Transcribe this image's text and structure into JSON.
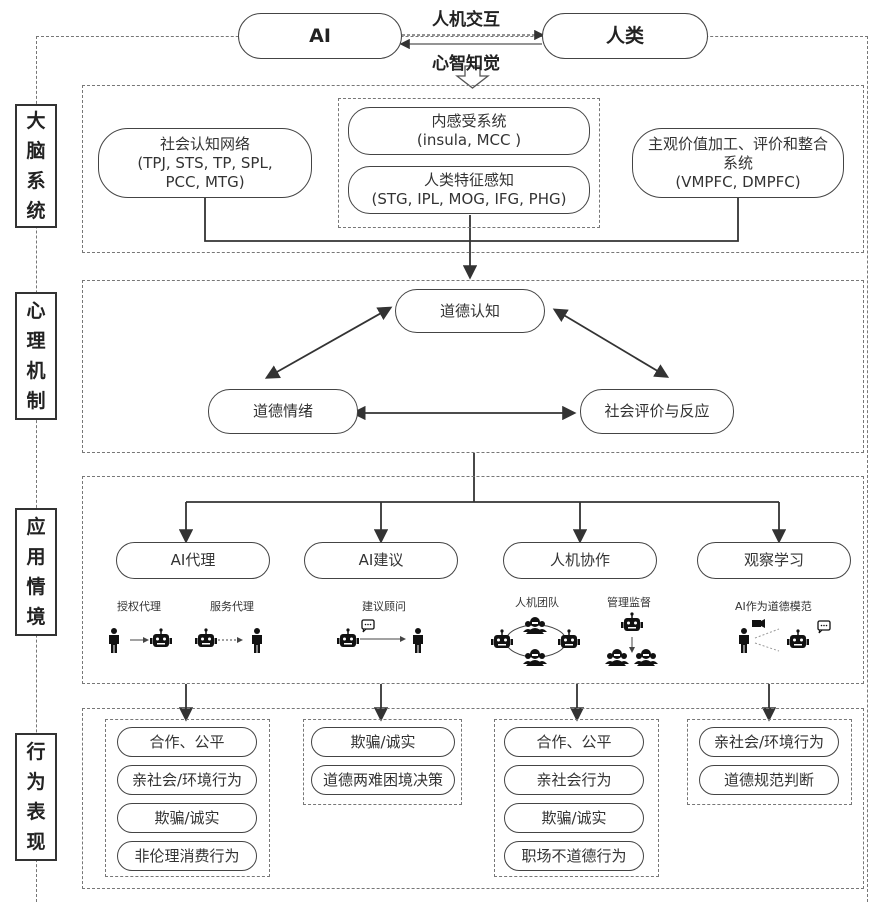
{
  "top": {
    "ai_label": "AI",
    "human_label": "人类",
    "interaction_label": "人机交互",
    "mind_perception_label": "心智知觉"
  },
  "side_labels": [
    {
      "chars": [
        "大",
        "脑",
        "系",
        "统"
      ]
    },
    {
      "chars": [
        "心",
        "理",
        "机",
        "制"
      ]
    },
    {
      "chars": [
        "应",
        "用",
        "情",
        "境"
      ]
    },
    {
      "chars": [
        "行",
        "为",
        "表",
        "现"
      ]
    }
  ],
  "brain": {
    "social_cognition": "社会认知网络\n(TPJ, STS, TP, SPL,\nPCC, MTG)",
    "interoception": "内感受系统\n(insula, MCC )",
    "human_feature": "人类特征感知\n(STG, IPL, MOG, IFG, PHG)",
    "valuation": "主观价值加工、评价和整合\n系统\n(VMPFC, DMPFC)"
  },
  "mechanism": {
    "moral_cognition": "道德认知",
    "moral_emotion": "道德情绪",
    "social_evaluation": "社会评价与反应"
  },
  "scenarios": [
    {
      "title": "AI代理",
      "subs": [
        "授权代理",
        "服务代理"
      ]
    },
    {
      "title": "AI建议",
      "subs": [
        "建议顾问"
      ]
    },
    {
      "title": "人机协作",
      "subs": [
        "人机团队",
        "管理监督"
      ]
    },
    {
      "title": "观察学习",
      "subs": [
        "AI作为道德模范"
      ]
    }
  ],
  "behaviors": [
    {
      "items": [
        "合作、公平",
        "亲社会/环境行为",
        "欺骗/诚实",
        "非伦理消费行为"
      ]
    },
    {
      "items": [
        "欺骗/诚实",
        "道德两难困境决策"
      ]
    },
    {
      "items": [
        "合作、公平",
        "亲社会行为",
        "欺骗/诚实",
        "职场不道德行为"
      ]
    },
    {
      "items": [
        "亲社会/环境行为",
        "道德规范判断"
      ]
    }
  ]
}
